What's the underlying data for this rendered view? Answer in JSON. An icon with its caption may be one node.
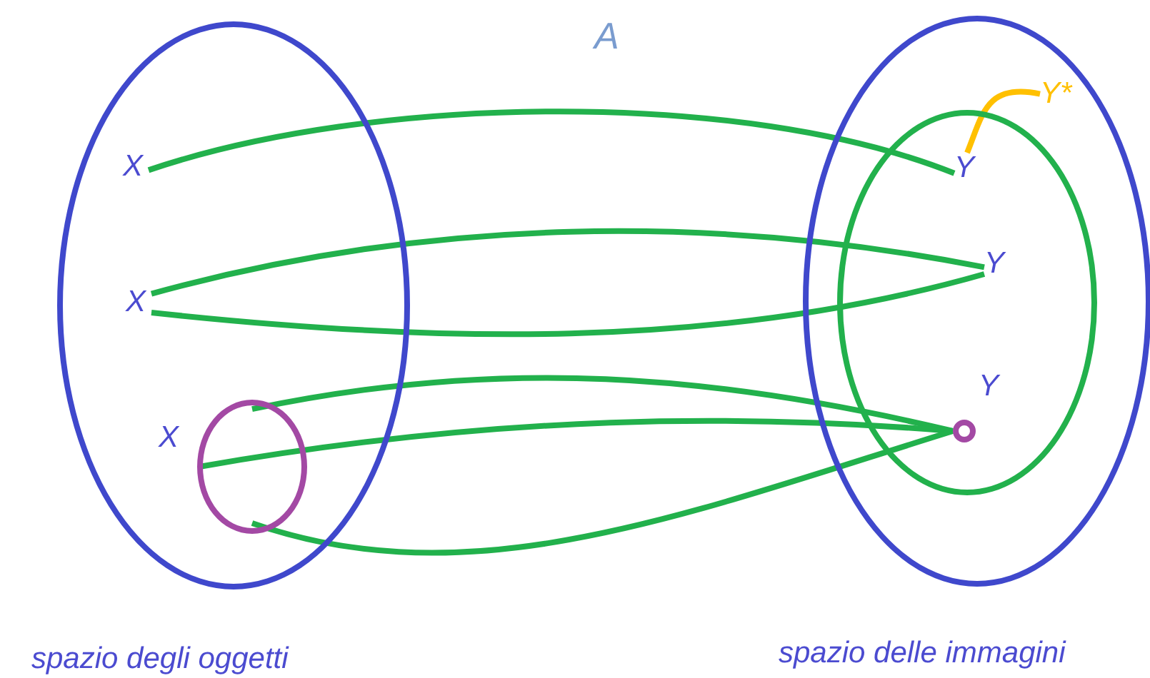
{
  "diagram": {
    "nodes": [
      {
        "text": [],
        "shape": "ellipse",
        "beside": [
          "spazio degli oggetti"
        ]
      },
      {
        "text": [
          "X"
        ],
        "in": 0
      },
      {
        "text": [
          "X"
        ],
        "in": 0
      },
      {
        "text": [],
        "shape": "circle",
        "in": 0,
        "beside": [
          "X"
        ]
      },
      {
        "text": [],
        "shape": "ellipse",
        "beside": [
          "spazio delle immagini"
        ]
      },
      {
        "text": [],
        "shape": "ellipse",
        "in": 4
      },
      {
        "text": [
          "Y"
        ],
        "in": 5
      },
      {
        "text": [
          "Y"
        ],
        "in": 5
      },
      {
        "text": [],
        "shape": "circle",
        "in": 5,
        "beside": [
          "Y"
        ]
      },
      {
        "text": [
          "Y*"
        ],
        "in": 4
      }
    ],
    "edges": [
      {
        "from": 1,
        "to": 6,
        "arrow": "none"
      },
      {
        "from": 2,
        "to": 7,
        "arrow": "none"
      },
      {
        "from": 2,
        "to": 7,
        "arrow": "none"
      },
      {
        "from": 3,
        "to": 8,
        "arrow": "none"
      },
      {
        "from": 3,
        "to": 8,
        "arrow": "none"
      },
      {
        "from": 3,
        "to": 8,
        "arrow": "none"
      },
      {
        "from": 9,
        "to": 6,
        "arrow": "none",
        "color": "#ffc000"
      }
    ],
    "labels": [
      "A"
    ]
  }
}
